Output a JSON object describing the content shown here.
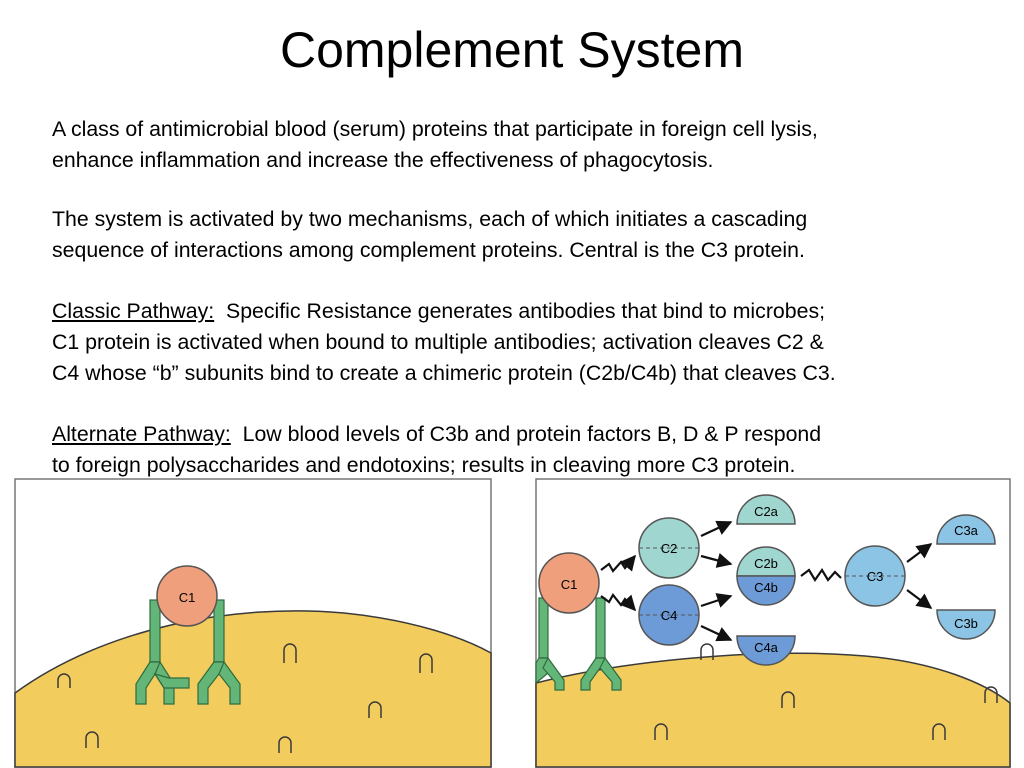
{
  "title": "Complement System",
  "paragraphs": {
    "p1": {
      "line1": "A class of antimicrobial blood (serum) proteins that participate in foreign cell lysis,",
      "line2": "enhance inflammation and increase the effectiveness of phagocytosis."
    },
    "p2": {
      "line1": "The system is activated by two mechanisms, each of which initiates a cascading",
      "line2": "sequence of interactions among complement proteins.  Central is the C3 protein."
    },
    "p3": {
      "heading": "Classic Pathway:",
      "line1_rest": "  Specific Resistance generates antibodies that bind to microbes;",
      "line2": "C1 protein is activated when bound to multiple antibodies; activation cleaves C2 &",
      "line3": "C4 whose “b” subunits bind to create a chimeric protein (C2b/C4b) that cleaves C3."
    },
    "p4": {
      "heading": "Alternate Pathway:",
      "line1_rest": "  Low blood levels of C3b and protein factors B, D & P respond",
      "line2": "to foreign polysaccharides and endotoxins;  results in cleaving more C3 protein."
    }
  },
  "figure_left": {
    "c1_label": "C1"
  },
  "figure_right": {
    "c1_label": "C1",
    "c2_label": "C2",
    "c4_label": "C4",
    "c2a_label": "C2a",
    "c2b_label": "C2b",
    "c4b_label": "C4b",
    "c4a_label": "C4a",
    "c3_label": "C3",
    "c3a_label": "C3a",
    "c3b_label": "C3b"
  },
  "colors": {
    "membrane": "#f3cc5e",
    "antibody": "#63b678",
    "c1": "#ef9f7c",
    "c2": "#9fd6cf",
    "c4": "#6d9bd8",
    "c3": "#8cc4e6"
  }
}
